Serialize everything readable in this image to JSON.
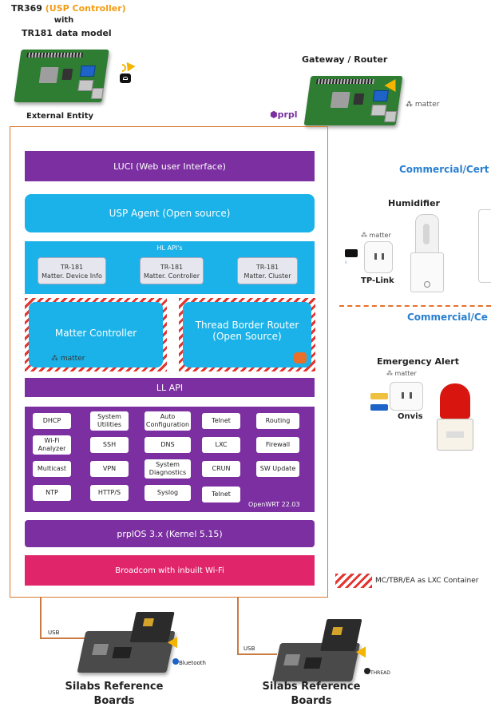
{
  "external": {
    "line1_prefix": "TR369 ",
    "line1_highlight": "(USP Controller)",
    "line2": "with",
    "line3": "TR181 data model",
    "caption": "External Entity",
    "highlight_color": "#f39c12"
  },
  "gateway": {
    "title": "Gateway / Router",
    "matter": "matter"
  },
  "prpl_logo": "prpl",
  "stack": {
    "luci": "LUCI (Web user Interface)",
    "usp_agent": "USP Agent (Open source)",
    "hl_title": "HL API's",
    "hl_items": [
      {
        "line1": "TR-181",
        "line2": "Matter. Device Info"
      },
      {
        "line1": "TR-181",
        "line2": "Matter. Controller"
      },
      {
        "line1": "TR-181",
        "line2": "Matter. Cluster"
      }
    ],
    "matter_controller": "Matter Controller",
    "matter_brand": "matter",
    "thread_border_router_1": "Thread Border Router",
    "thread_border_router_2": "(Open Source)",
    "ll_api": "LL API",
    "services": [
      [
        "DHCP",
        "System Utilities",
        "Auto Configuration",
        "Telnet",
        "Routing"
      ],
      [
        "Wi-Fi Analyzer",
        "SSH",
        "DNS",
        "LXC",
        "Firewall"
      ],
      [
        "Multicast",
        "VPN",
        "System Diagnostics",
        "CRUN",
        "SW Update"
      ],
      [
        "NTP",
        "HTTP/S",
        "Syslog",
        "Telnet"
      ]
    ],
    "openwrt": "OpenWRT 22.03",
    "prplos": "prplOS 3.x (Kernel 5.15)",
    "broadcom": "Broadcom with inbuilt Wi-Fi"
  },
  "colors": {
    "purple": "#7b2fa0",
    "cyan": "#1ab2e8",
    "pink": "#e0256a",
    "frame": "#d9792e",
    "commercial": "#2a7fd0",
    "hatch": "#e3342f"
  },
  "right": {
    "commercial1": "Commercial/Cert",
    "humidifier": "Humidifier",
    "tplink": "TP-Link",
    "matter1": "matter",
    "commercial2": "Commercial/Ce",
    "emergency": "Emergency Alert",
    "matter2": "matter",
    "onvis": "Onvis"
  },
  "legend": "MC/TBR/EA as LXC Container",
  "bottom": {
    "usb1": "USB",
    "usb2": "USB",
    "bluetooth": "Bluetooth",
    "thread": "THREAD",
    "silabs1_l1": "Silabs Reference",
    "silabs1_l2": "Boards",
    "silabs2_l1": "Silabs Reference",
    "silabs2_l2": "Boards"
  }
}
